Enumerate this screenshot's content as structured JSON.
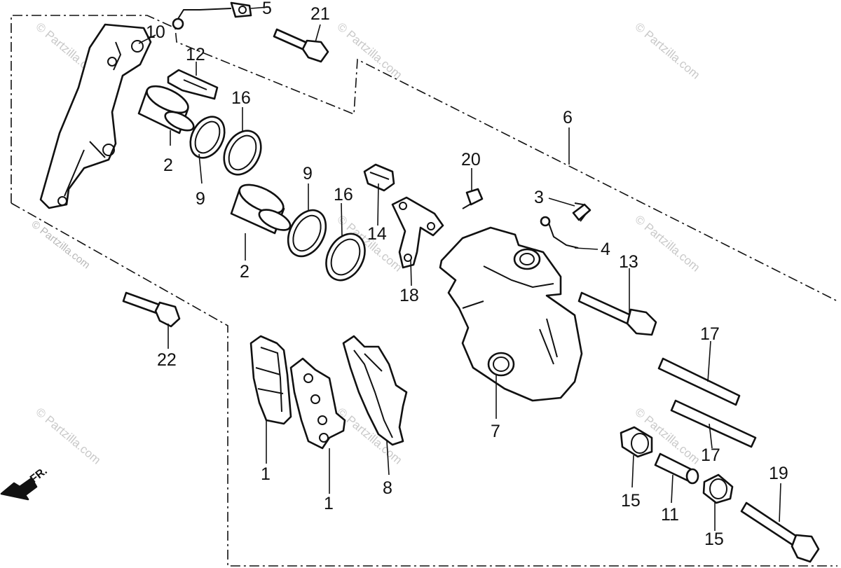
{
  "watermark": "© Partzilla.com",
  "direction_marker": "FR.",
  "callouts": [
    {
      "id": "c1a",
      "text": "1"
    },
    {
      "id": "c1b",
      "text": "1"
    },
    {
      "id": "c2a",
      "text": "2"
    },
    {
      "id": "c2b",
      "text": "2"
    },
    {
      "id": "c3",
      "text": "3"
    },
    {
      "id": "c4",
      "text": "4"
    },
    {
      "id": "c5",
      "text": "5"
    },
    {
      "id": "c6",
      "text": "6"
    },
    {
      "id": "c7",
      "text": "7"
    },
    {
      "id": "c8",
      "text": "8"
    },
    {
      "id": "c9a",
      "text": "9"
    },
    {
      "id": "c9b",
      "text": "9"
    },
    {
      "id": "c10",
      "text": "10"
    },
    {
      "id": "c11",
      "text": "11"
    },
    {
      "id": "c12",
      "text": "12"
    },
    {
      "id": "c13",
      "text": "13"
    },
    {
      "id": "c14",
      "text": "14"
    },
    {
      "id": "c15a",
      "text": "15"
    },
    {
      "id": "c15b",
      "text": "15"
    },
    {
      "id": "c16a",
      "text": "16"
    },
    {
      "id": "c16b",
      "text": "16"
    },
    {
      "id": "c17a",
      "text": "17"
    },
    {
      "id": "c17b",
      "text": "17"
    },
    {
      "id": "c18",
      "text": "18"
    },
    {
      "id": "c19",
      "text": "19"
    },
    {
      "id": "c20",
      "text": "20"
    },
    {
      "id": "c21",
      "text": "21"
    },
    {
      "id": "c22",
      "text": "22"
    }
  ]
}
